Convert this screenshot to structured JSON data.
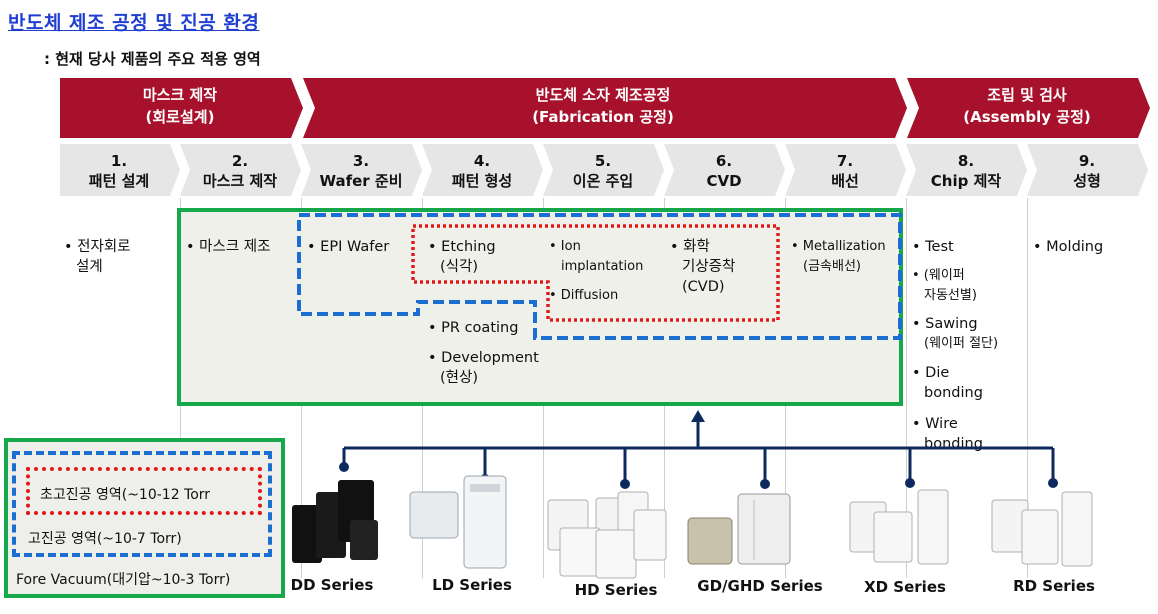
{
  "title": "반도체 제조 공정 및 진공 환경",
  "subtitle": ": 현재 당사 제품의 주요 적용 영역",
  "phases": [
    {
      "line1": "마스크 제작",
      "line2": "(회로설계)"
    },
    {
      "line1": "반도체 소자 제조공정",
      "line2": "(Fabrication 공정)"
    },
    {
      "line1": "조립 및 검사",
      "line2": "(Assembly 공정)"
    }
  ],
  "steps": [
    {
      "num": "1.",
      "name": "패턴 설계"
    },
    {
      "num": "2.",
      "name": "마스크 제작"
    },
    {
      "num": "3.",
      "name": "Wafer 준비"
    },
    {
      "num": "4.",
      "name": "패턴 형성"
    },
    {
      "num": "5.",
      "name": "이온 주입"
    },
    {
      "num": "6.",
      "name": "CVD"
    },
    {
      "num": "7.",
      "name": "배선"
    },
    {
      "num": "8.",
      "name": "Chip 제작"
    },
    {
      "num": "9.",
      "name": "성형"
    }
  ],
  "details": {
    "s1": [
      "• 전자회로",
      "설계"
    ],
    "s2": [
      "• 마스크 제조"
    ],
    "s3": [
      "• EPI Wafer"
    ],
    "s4a": [
      "• Etching",
      "(식각)"
    ],
    "s4b": [
      "• PR coating"
    ],
    "s4c": [
      "• Development",
      "(현상)"
    ],
    "s5a": [
      "• Ion",
      "implantation"
    ],
    "s5b": [
      "• Diffusion"
    ],
    "s6": [
      "• 화학",
      "기상증착",
      "(CVD)"
    ],
    "s7": [
      "• Metallization",
      "(금속배선)"
    ],
    "s8a": [
      "• Test"
    ],
    "s8b": [
      "• (웨이퍼",
      "자동선별)"
    ],
    "s8c": [
      "• Sawing",
      "(웨이퍼 절단)"
    ],
    "s8d": [
      "• Die",
      "bonding"
    ],
    "s8e": [
      "• Wire",
      "bonding"
    ],
    "s9": [
      "• Molding"
    ]
  },
  "legend": {
    "ultra": "초고진공 영역(~10-12 Torr",
    "high": "고진공 영역(~10-7 Torr)",
    "fore": "Fore Vacuum(대기압~10-3 Torr)"
  },
  "series": [
    "DD Series",
    "LD Series",
    "HD Series",
    "GD/GHD Series",
    "XD Series",
    "RD Series"
  ],
  "colors": {
    "phase_red": "#a8112b",
    "step_gray": "#e6e6e6",
    "highlight_green": "#16a84a",
    "high_vacuum_blue": "#1a6fd0",
    "ultra_vacuum_red": "#e01a1a",
    "connector_navy": "#0d2a5e"
  }
}
